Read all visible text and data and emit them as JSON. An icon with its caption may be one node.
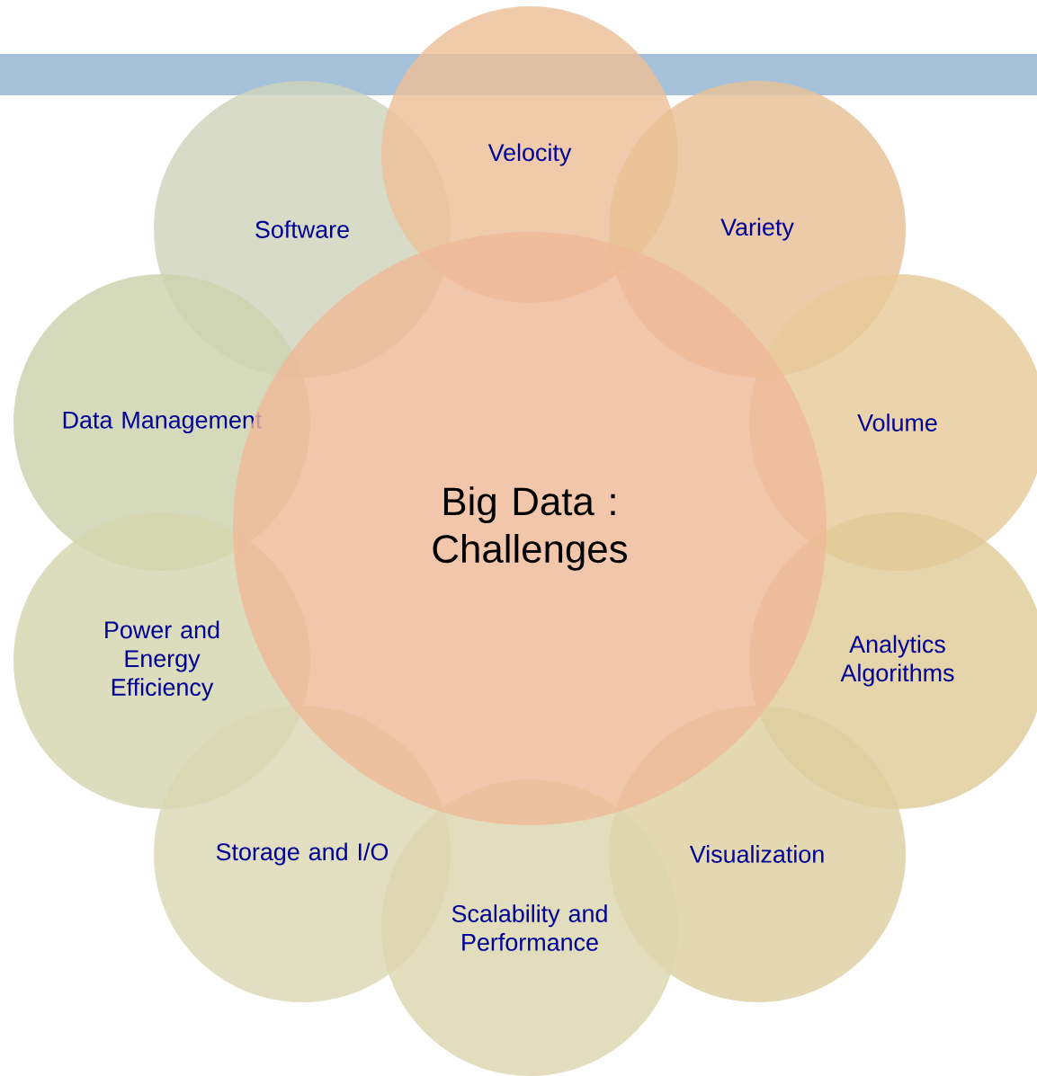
{
  "diagram": {
    "nodes": [
      {
        "text": [
          "Big Data : Challenges"
        ]
      },
      {
        "text": [
          "Velocity"
        ]
      },
      {
        "text": [
          "Variety"
        ]
      },
      {
        "text": [
          "Volume"
        ]
      },
      {
        "text": [
          "Analytics Algorithms"
        ]
      },
      {
        "text": [
          "Visualization"
        ]
      },
      {
        "text": [
          "Scalability and Performance"
        ]
      },
      {
        "text": [
          "Storage and I/O"
        ]
      },
      {
        "text": [
          "Power and Energy Efficiency"
        ]
      },
      {
        "text": [
          "Data Management"
        ]
      },
      {
        "text": [
          "Software"
        ]
      }
    ]
  }
}
